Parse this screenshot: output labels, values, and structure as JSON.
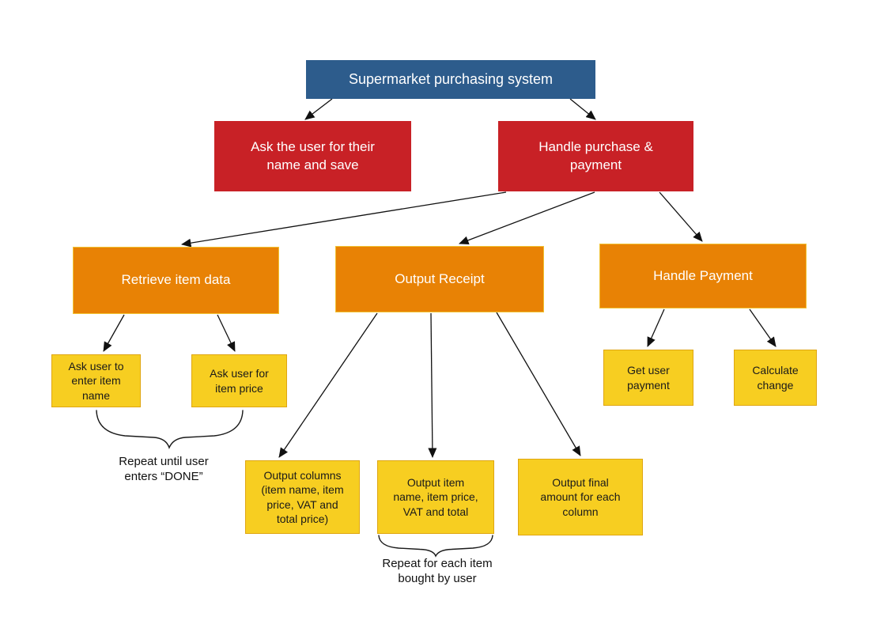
{
  "colors": {
    "level1_blue": "#2D5C8C",
    "level2_red": "#C82126",
    "level3_orange": "#E88205",
    "level4_yellow": "#F7CE21",
    "edge_black": "#111111",
    "background": "#FFFFFF"
  },
  "nodes": [
    {
      "id": "root",
      "label": "Supermarket purchasing system",
      "fill": "#2D5C8C",
      "text_color": "#FFFFFF"
    },
    {
      "id": "ask-name",
      "label": "Ask the user for their\nname and save",
      "fill": "#C82126",
      "text_color": "#FFFFFF"
    },
    {
      "id": "handle-purchase-payment",
      "label": "Handle purchase &\npayment",
      "fill": "#C82126",
      "text_color": "#FFFFFF"
    },
    {
      "id": "retrieve-item-data",
      "label": "Retrieve item data",
      "fill": "#E88205",
      "text_color": "#FFFFFF"
    },
    {
      "id": "output-receipt",
      "label": "Output Receipt",
      "fill": "#E88205",
      "text_color": "#FFFFFF"
    },
    {
      "id": "handle-payment",
      "label": "Handle Payment",
      "fill": "#E88205",
      "text_color": "#FFFFFF"
    },
    {
      "id": "ask-item-name",
      "label": "Ask user to\nenter item\nname",
      "fill": "#F7CE21",
      "text_color": "#1A1A1A"
    },
    {
      "id": "ask-item-price",
      "label": "Ask user for\nitem price",
      "fill": "#F7CE21",
      "text_color": "#1A1A1A"
    },
    {
      "id": "output-columns",
      "label": "Output columns\n(item name, item\nprice, VAT and\ntotal price)",
      "fill": "#F7CE21",
      "text_color": "#1A1A1A"
    },
    {
      "id": "output-item-details",
      "label": "Output item\nname, item price,\nVAT and total",
      "fill": "#F7CE21",
      "text_color": "#1A1A1A"
    },
    {
      "id": "output-final-amount",
      "label": "Output final\namount for each\ncolumn",
      "fill": "#F7CE21",
      "text_color": "#1A1A1A"
    },
    {
      "id": "get-user-payment",
      "label": "Get user\npayment",
      "fill": "#F7CE21",
      "text_color": "#1A1A1A"
    },
    {
      "id": "calculate-change",
      "label": "Calculate\nchange",
      "fill": "#F7CE21",
      "text_color": "#1A1A1A"
    }
  ],
  "edges": [
    {
      "from": "root",
      "to": "ask-name"
    },
    {
      "from": "root",
      "to": "handle-purchase-payment"
    },
    {
      "from": "handle-purchase-payment",
      "to": "retrieve-item-data"
    },
    {
      "from": "handle-purchase-payment",
      "to": "output-receipt"
    },
    {
      "from": "handle-purchase-payment",
      "to": "handle-payment"
    },
    {
      "from": "retrieve-item-data",
      "to": "ask-item-name"
    },
    {
      "from": "retrieve-item-data",
      "to": "ask-item-price"
    },
    {
      "from": "output-receipt",
      "to": "output-columns"
    },
    {
      "from": "output-receipt",
      "to": "output-item-details"
    },
    {
      "from": "output-receipt",
      "to": "output-final-amount"
    },
    {
      "from": "handle-payment",
      "to": "get-user-payment"
    },
    {
      "from": "handle-payment",
      "to": "calculate-change"
    }
  ],
  "annotations": [
    {
      "id": "repeat-until-done",
      "label": "Repeat until user\nenters “DONE”",
      "attached_to": [
        "ask-item-name",
        "ask-item-price"
      ]
    },
    {
      "id": "repeat-each-item",
      "label": "Repeat for each item\nbought by user",
      "attached_to": [
        "output-item-details"
      ]
    }
  ]
}
